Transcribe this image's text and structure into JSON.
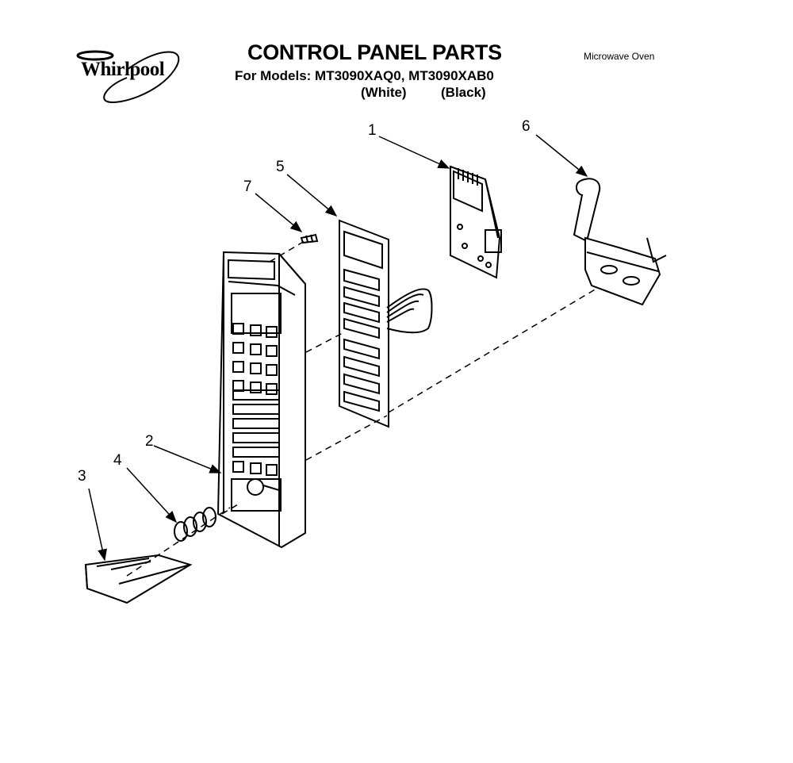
{
  "header": {
    "brand": "Whirlpool",
    "title": "CONTROL PANEL PARTS",
    "models_line": "For Models: MT3090XAQ0, MT3090XAB0",
    "color_white": "(White)",
    "color_black": "(Black)",
    "subtitle": "Microwave Oven"
  },
  "callouts": [
    {
      "id": "1",
      "label": "1"
    },
    {
      "id": "2",
      "label": "2"
    },
    {
      "id": "3",
      "label": "3"
    },
    {
      "id": "4",
      "label": "4"
    },
    {
      "id": "5",
      "label": "5"
    },
    {
      "id": "6",
      "label": "6"
    },
    {
      "id": "7",
      "label": "7"
    }
  ]
}
